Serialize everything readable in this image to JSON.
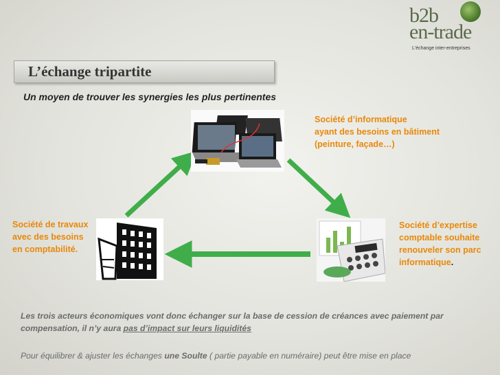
{
  "logo": {
    "line1": "b2b",
    "line2": "en-trade",
    "tagline": "L'échange inter-entreprises"
  },
  "title": "L’échange tripartite",
  "subtitle": "Un moyen de trouver les synergies les plus pertinentes",
  "actors": {
    "it": {
      "line1": "Société d’informatique",
      "line2": "ayant des besoins en bâtiment",
      "line3": "(peinture, façade…)"
    },
    "works": {
      "line1": "Société de travaux",
      "line2": "avec des besoins",
      "line3": "en comptabilité."
    },
    "accounting": {
      "line1": "Société d’expertise",
      "line2": "comptable souhaite",
      "line3": "renouveler son parc",
      "line4": "informatique",
      "line4_end": "."
    }
  },
  "paragraph1": {
    "text": "Les trois acteurs économiques vont donc échanger sur la base de cession de créances avec paiement par compensation, il n’y aura ",
    "emphasis": "pas d’impact sur leurs liquidités"
  },
  "paragraph2": {
    "before": "Pour équilibrer & ajuster les échanges ",
    "emphasis": "une Soulte",
    "after": " ( partie payable en numéraire) peut être mise en place"
  },
  "colors": {
    "accent_orange": "#e8880a",
    "arrow_green": "#3fae4a"
  },
  "icons": [
    "laptops-image",
    "building-image",
    "calculator-image",
    "globe-icon"
  ]
}
